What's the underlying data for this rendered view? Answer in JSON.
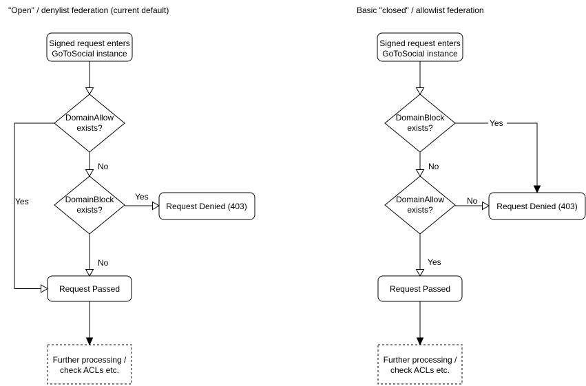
{
  "colors": {
    "stroke": "#000000",
    "text": "#000000",
    "background": "#ffffff"
  },
  "left": {
    "title": "\"Open\" / denylist federation (current default)",
    "start": {
      "line1": "Signed request enters",
      "line2": "GoToSocial instance"
    },
    "decision1": {
      "line1": "DomainAllow",
      "line2": "exists?"
    },
    "decision2": {
      "line1": "DomainBlock",
      "line2": "exists?"
    },
    "denied": "Request Denied (403)",
    "passed": "Request Passed",
    "further": {
      "line1": "Further processing /",
      "line2": "check ACLs etc."
    },
    "labels": {
      "yes_loop": "Yes",
      "no_to_decision2": "No",
      "yes_to_denied": "Yes",
      "no_to_passed": "No"
    }
  },
  "right": {
    "title": "Basic \"closed\" / allowlist federation",
    "start": {
      "line1": "Signed request enters",
      "line2": "GoToSocial instance"
    },
    "decision1": {
      "line1": "DomainBlock",
      "line2": "exists?"
    },
    "decision2": {
      "line1": "DomainAllow",
      "line2": "exists?"
    },
    "denied": "Request Denied (403)",
    "passed": "Request Passed",
    "further": {
      "line1": "Further processing /",
      "line2": "check ACLs etc."
    },
    "labels": {
      "yes_to_denied": "Yes",
      "no_to_decision2": "No",
      "no_to_denied": "No",
      "yes_to_passed": "Yes"
    }
  }
}
